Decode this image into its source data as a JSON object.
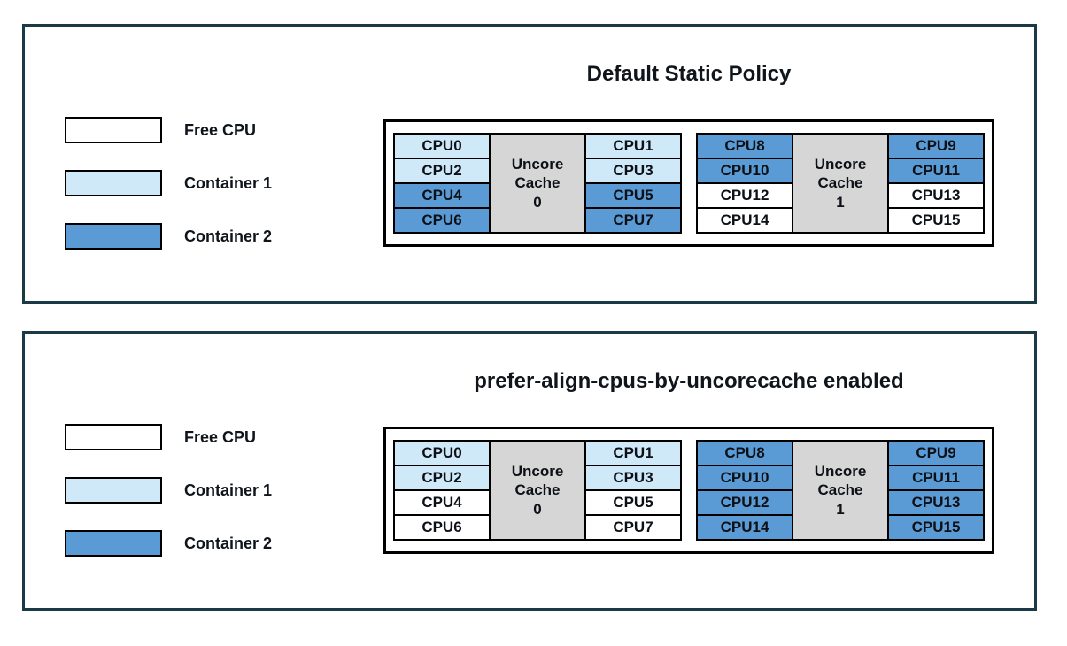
{
  "colors": {
    "free": "#ffffff",
    "c1": "#cfe9f8",
    "c2": "#5b9bd5",
    "cache": "#d6d6d6",
    "panelBorder": "#1b3a47",
    "ink": "#10151c"
  },
  "panels": [
    {
      "title": "Default Static Policy",
      "legend": [
        {
          "label": "Free CPU",
          "state": "free"
        },
        {
          "label": "Container 1",
          "state": "c1"
        },
        {
          "label": "Container 2",
          "state": "c2"
        }
      ],
      "caches": [
        {
          "cache_label": "Uncore\nCache\n0",
          "left": [
            {
              "label": "CPU0",
              "state": "c1"
            },
            {
              "label": "CPU2",
              "state": "c1"
            },
            {
              "label": "CPU4",
              "state": "c2"
            },
            {
              "label": "CPU6",
              "state": "c2"
            }
          ],
          "right": [
            {
              "label": "CPU1",
              "state": "c1"
            },
            {
              "label": "CPU3",
              "state": "c1"
            },
            {
              "label": "CPU5",
              "state": "c2"
            },
            {
              "label": "CPU7",
              "state": "c2"
            }
          ]
        },
        {
          "cache_label": "Uncore\nCache\n1",
          "left": [
            {
              "label": "CPU8",
              "state": "c2"
            },
            {
              "label": "CPU10",
              "state": "c2"
            },
            {
              "label": "CPU12",
              "state": "free"
            },
            {
              "label": "CPU14",
              "state": "free"
            }
          ],
          "right": [
            {
              "label": "CPU9",
              "state": "c2"
            },
            {
              "label": "CPU11",
              "state": "c2"
            },
            {
              "label": "CPU13",
              "state": "free"
            },
            {
              "label": "CPU15",
              "state": "free"
            }
          ]
        }
      ]
    },
    {
      "title": "prefer-align-cpus-by-uncorecache enabled",
      "legend": [
        {
          "label": "Free CPU",
          "state": "free"
        },
        {
          "label": "Container 1",
          "state": "c1"
        },
        {
          "label": "Container 2",
          "state": "c2"
        }
      ],
      "caches": [
        {
          "cache_label": "Uncore\nCache\n0",
          "left": [
            {
              "label": "CPU0",
              "state": "c1"
            },
            {
              "label": "CPU2",
              "state": "c1"
            },
            {
              "label": "CPU4",
              "state": "free"
            },
            {
              "label": "CPU6",
              "state": "free"
            }
          ],
          "right": [
            {
              "label": "CPU1",
              "state": "c1"
            },
            {
              "label": "CPU3",
              "state": "c1"
            },
            {
              "label": "CPU5",
              "state": "free"
            },
            {
              "label": "CPU7",
              "state": "free"
            }
          ]
        },
        {
          "cache_label": "Uncore\nCache\n1",
          "left": [
            {
              "label": "CPU8",
              "state": "c2"
            },
            {
              "label": "CPU10",
              "state": "c2"
            },
            {
              "label": "CPU12",
              "state": "c2"
            },
            {
              "label": "CPU14",
              "state": "c2"
            }
          ],
          "right": [
            {
              "label": "CPU9",
              "state": "c2"
            },
            {
              "label": "CPU11",
              "state": "c2"
            },
            {
              "label": "CPU13",
              "state": "c2"
            },
            {
              "label": "CPU15",
              "state": "c2"
            }
          ]
        }
      ]
    }
  ]
}
